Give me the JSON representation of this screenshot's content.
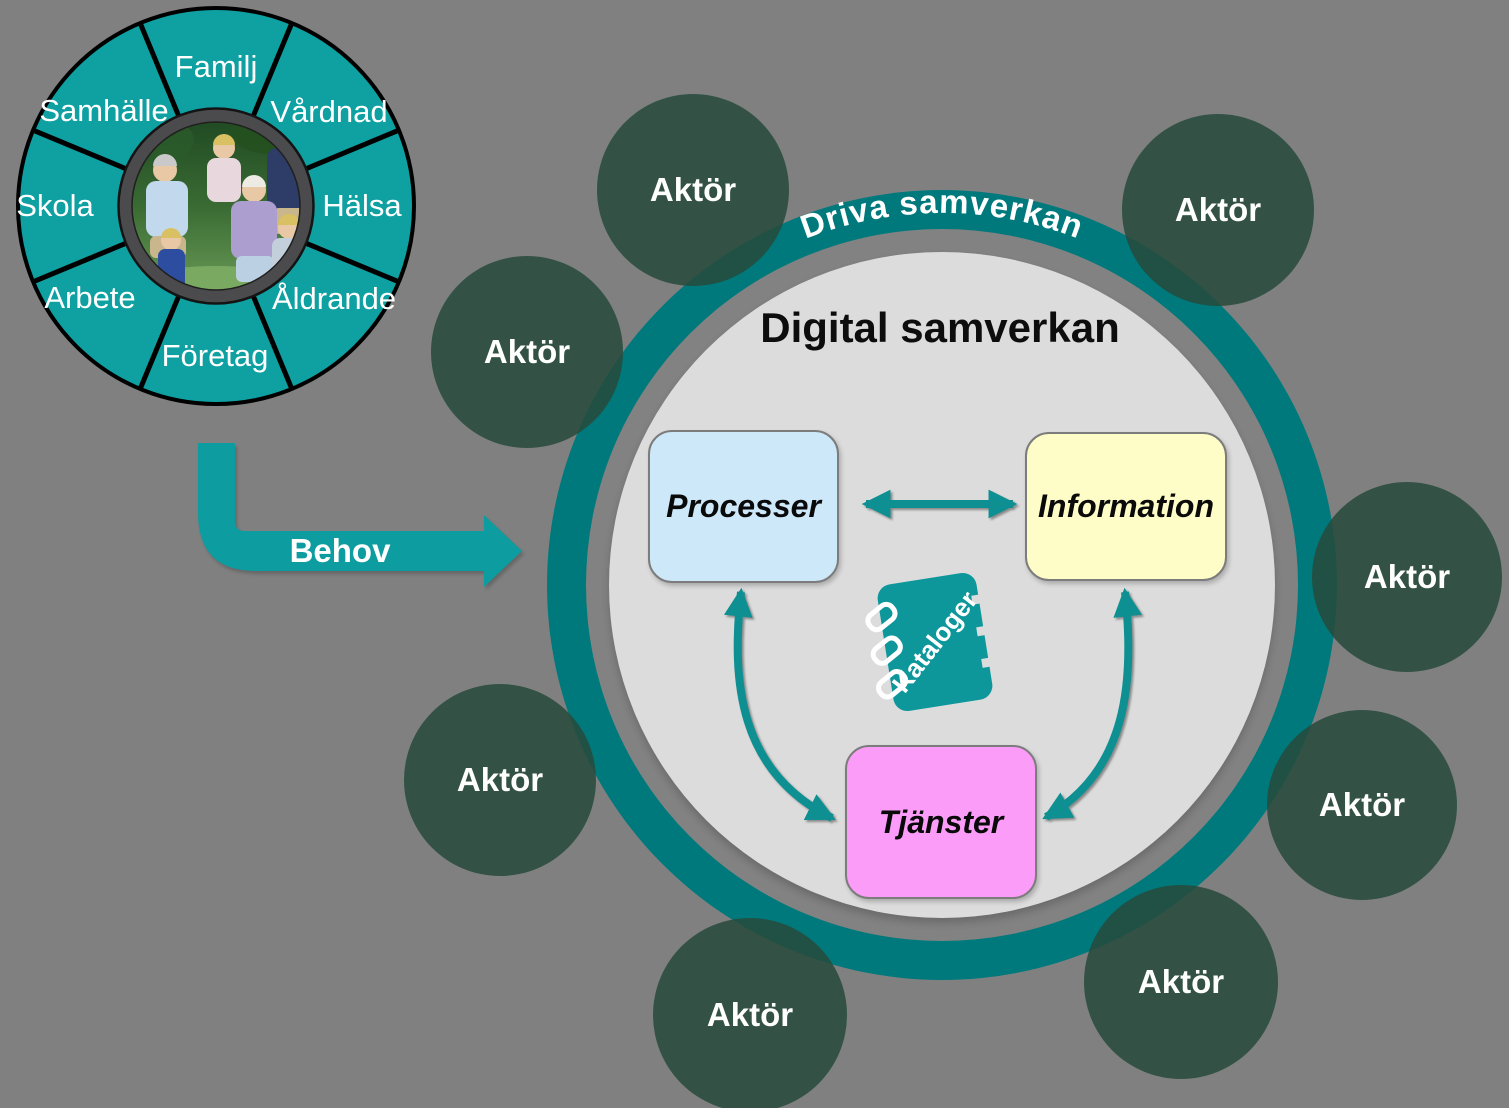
{
  "diagram": {
    "kind": "collaboration-overview-slide",
    "language": "sv"
  },
  "wheel": {
    "labels": [
      "Familj",
      "Vårdnad",
      "Hälsa",
      "Åldrande",
      "Företag",
      "Arbete",
      "Skola",
      "Samhälle"
    ],
    "center_image": "family-photo"
  },
  "behov": {
    "label": "Behov"
  },
  "collaboration": {
    "ring_label": "Driva samverkan",
    "title": "Digital samverkan",
    "boxes": {
      "processer": "Processer",
      "information": "Information",
      "tjanster": "Tjänster"
    },
    "catalog_label": "Kataloger"
  },
  "actors": {
    "label": "Aktör",
    "count": 8
  },
  "colors": {
    "background": "#808080",
    "wheel_teal": "#0FA0A2",
    "ring_teal": "#00797C",
    "inner_circle": "#DCDCDC",
    "behov_arrow": "#0D9C9F",
    "connector_teal": "#0E8F92",
    "catalog_teal": "#0D979B",
    "actor_green": "#264A3B",
    "box_processer": "#CDE8F9",
    "box_information": "#FEFDC8",
    "box_tjanster": "#FB9DF8"
  }
}
